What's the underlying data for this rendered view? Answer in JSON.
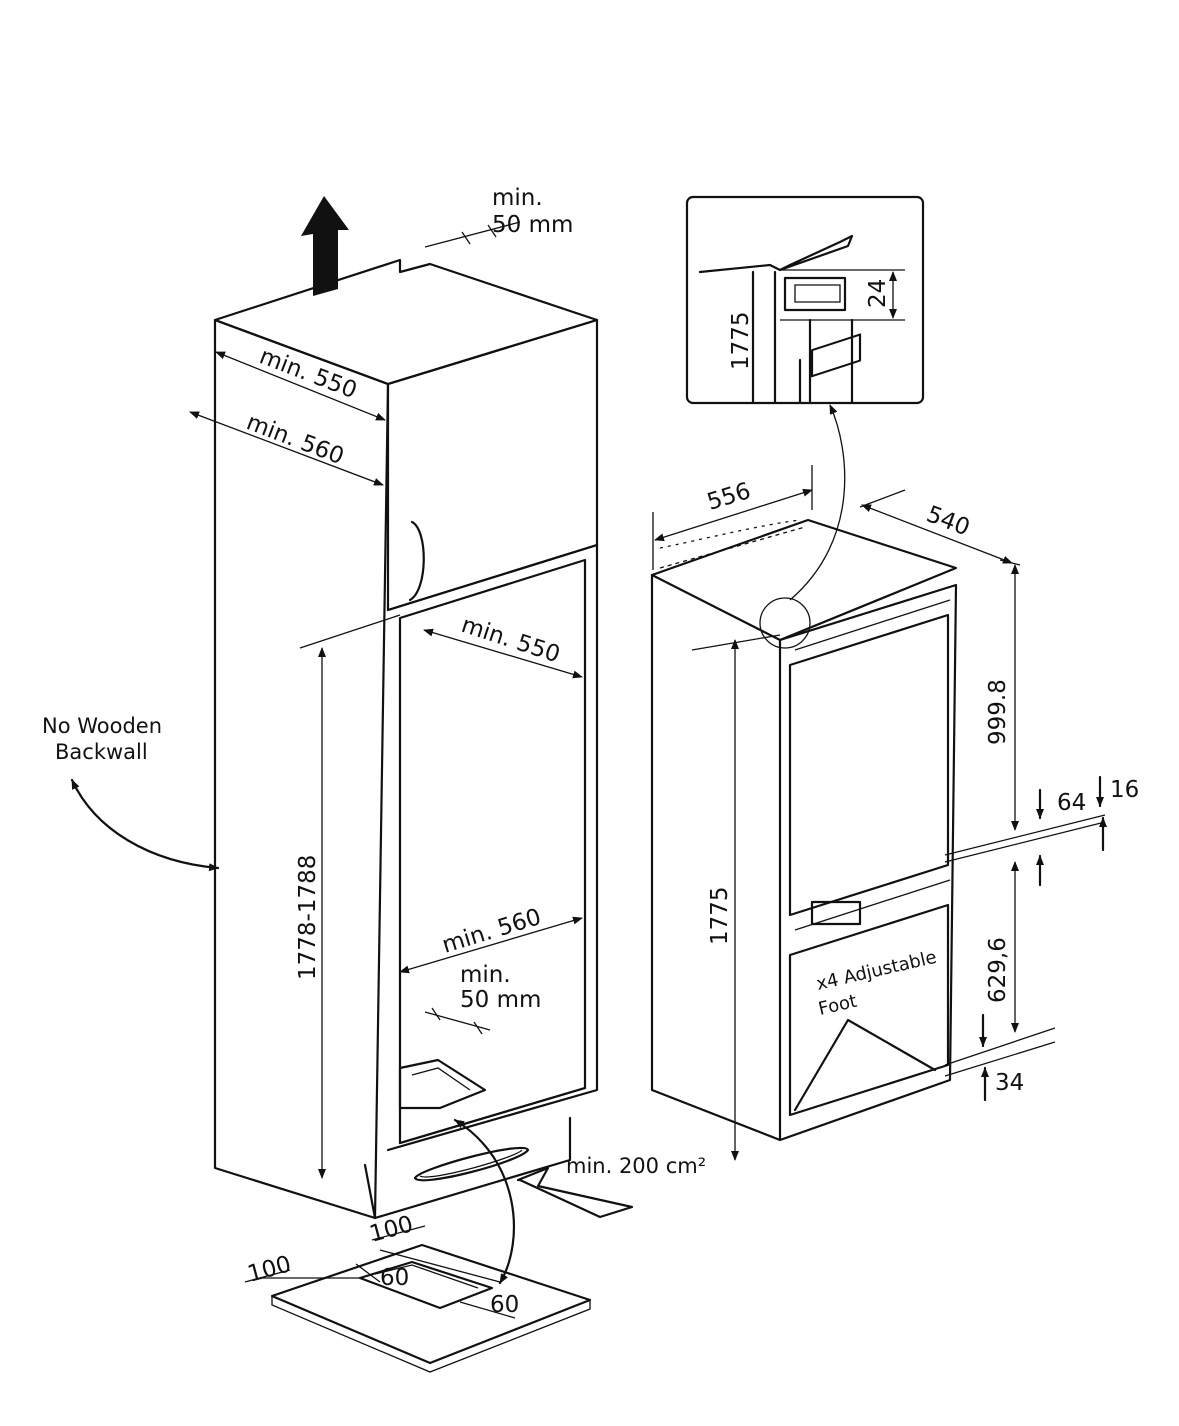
{
  "cabinet": {
    "top_clearance": "min.",
    "top_clearance_unit": "50 mm",
    "depth_top": "min. 550",
    "depth_outer": "min. 560",
    "inner_depth_top": "min. 550",
    "inner_depth_bottom": "min. 560",
    "niche_height": "1778-1788",
    "bottom_clearance": "min.",
    "bottom_clearance_unit": "50 mm",
    "no_backwall_line1": "No Wooden",
    "no_backwall_line2": "Backwall",
    "vent_area": "min. 200 cm²"
  },
  "plinth": {
    "offset_back": "100",
    "offset_side": "100",
    "cut_a": "60",
    "cut_b": "60"
  },
  "appliance": {
    "width": "556",
    "depth": "540",
    "height": "1775",
    "upper_section": "999.8",
    "lower_section": "629,6",
    "gap_64": "64",
    "gap_16": "16",
    "foot_34": "34",
    "feet_note_line1": "x4 Adjustable",
    "feet_note_line2": "Foot"
  },
  "detail": {
    "height": "1775",
    "bracket": "24"
  }
}
